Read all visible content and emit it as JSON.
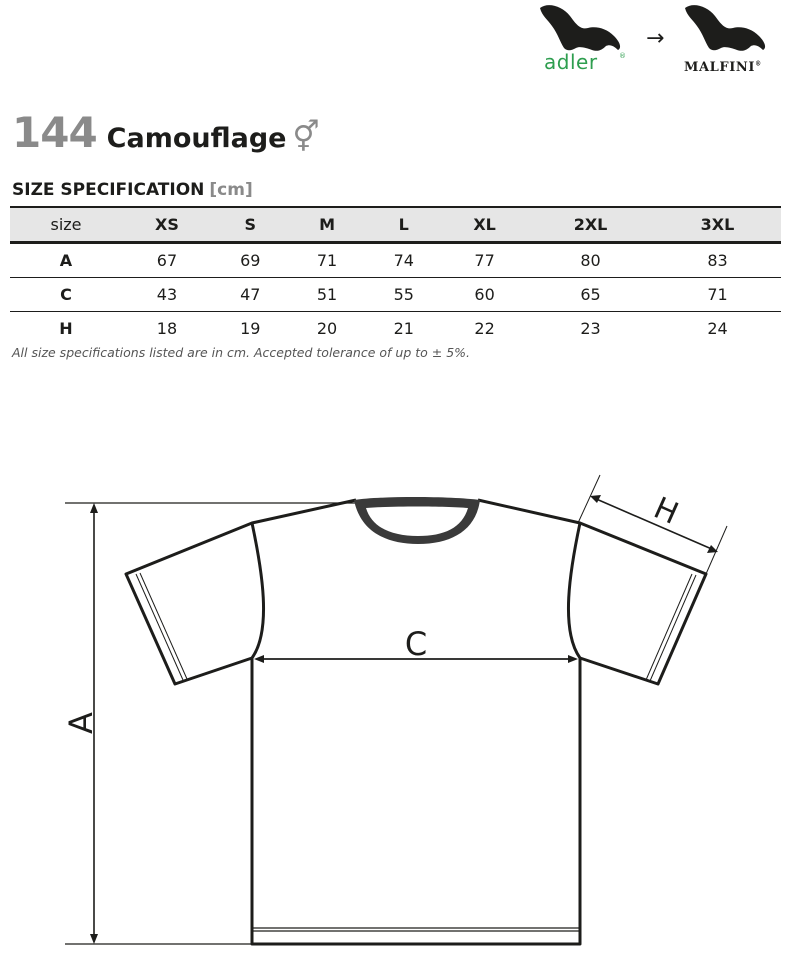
{
  "brand": {
    "old_logo_text": "adler",
    "old_logo_reg": "®",
    "arrow": "→",
    "new_logo_text": "MALFINI",
    "new_logo_reg": "®",
    "old_logo_color": "#2e9e4f",
    "icon": "eagle-icon"
  },
  "product": {
    "code": "144",
    "name": "Camouflage",
    "gender_symbol": "⚥",
    "gender_icon": "unisex-icon"
  },
  "spec": {
    "heading": "SIZE SPECIFICATION",
    "unit": "[cm]",
    "header_label": "size",
    "sizes": [
      "XS",
      "S",
      "M",
      "L",
      "XL",
      "2XL",
      "3XL"
    ],
    "rows": [
      {
        "label": "A",
        "values": [
          "67",
          "69",
          "71",
          "74",
          "77",
          "80",
          "83"
        ]
      },
      {
        "label": "C",
        "values": [
          "43",
          "47",
          "51",
          "55",
          "60",
          "65",
          "71"
        ]
      },
      {
        "label": "H",
        "values": [
          "18",
          "19",
          "20",
          "21",
          "22",
          "23",
          "24"
        ]
      }
    ],
    "note": "All size specifications listed are in cm. Accepted tolerance of up to ± 5%."
  },
  "diagram": {
    "label_a": "A",
    "label_c": "C",
    "label_h": "H",
    "stroke_color": "#1d1d1b",
    "collar_color": "#3a3a3a"
  }
}
